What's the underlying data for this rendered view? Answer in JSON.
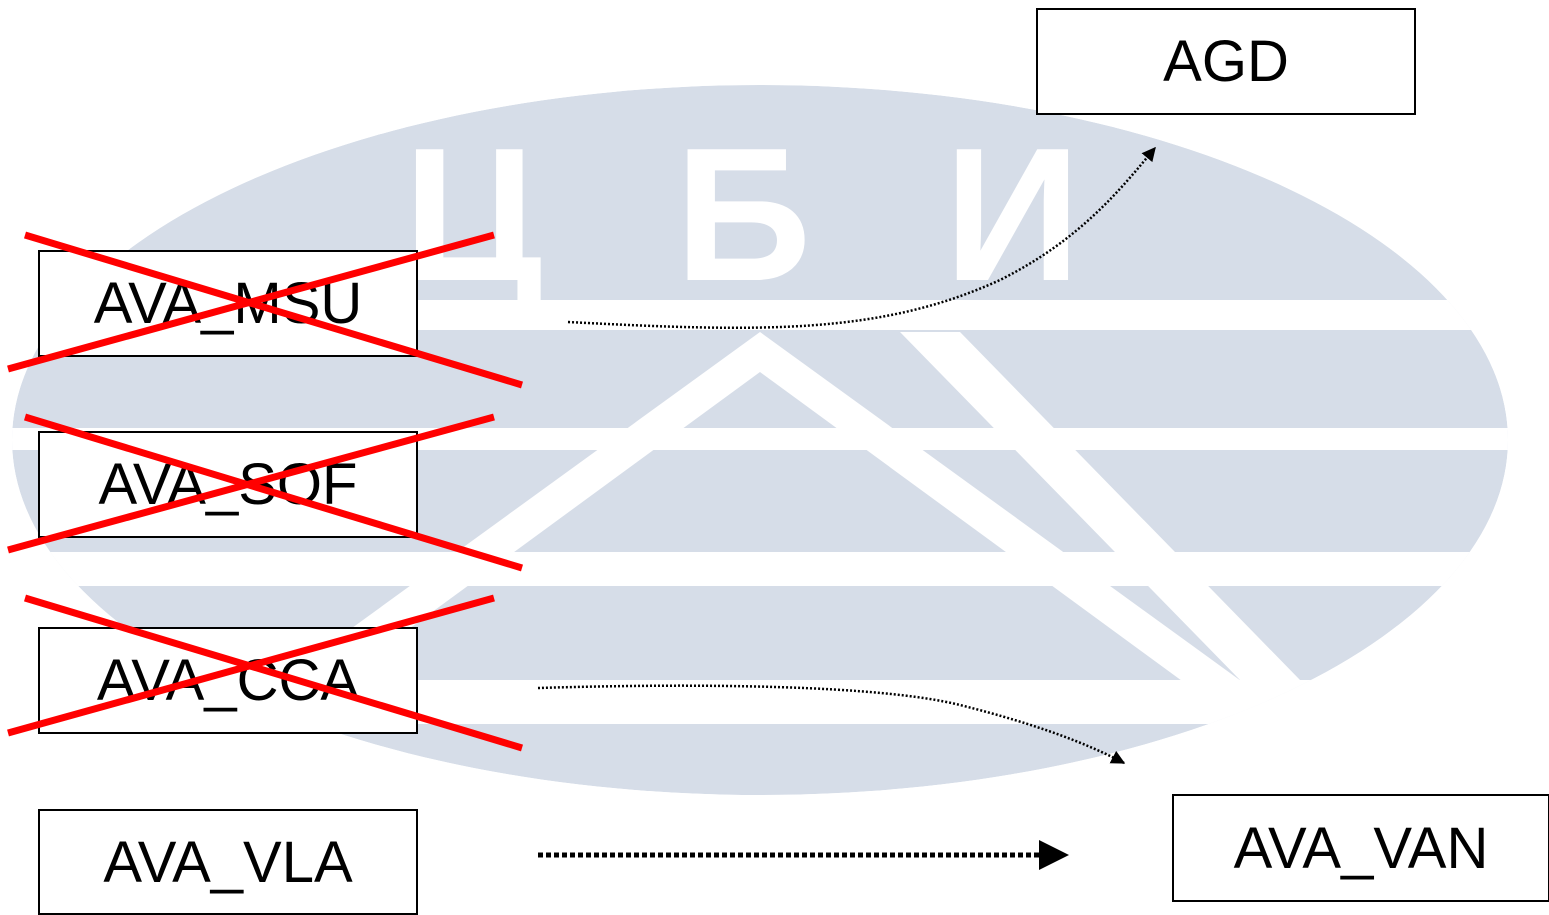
{
  "watermark": {
    "text": "Ц Б И",
    "color": "#d6dde8"
  },
  "nodes": {
    "agd": "AGD",
    "ava_msu": "AVA_MSU",
    "ava_sof": "AVA_SOF",
    "ava_cca": "AVA_CCA",
    "ava_vla": "AVA_VLA",
    "ava_van": "AVA_VAN"
  },
  "crossed_out": [
    "AVA_MSU",
    "AVA_SOF",
    "AVA_CCA"
  ],
  "edges": [
    {
      "from": "AVA_MSU",
      "to": "AGD",
      "style": "dotted"
    },
    {
      "from": "AVA_CCA",
      "to": "AVA_VAN",
      "style": "dotted"
    },
    {
      "from": "AVA_VLA",
      "to": "AVA_VAN",
      "style": "dotted-bold"
    }
  ],
  "colors": {
    "cross": "#ff0000",
    "box_border": "#000000",
    "arrow": "#000000"
  }
}
